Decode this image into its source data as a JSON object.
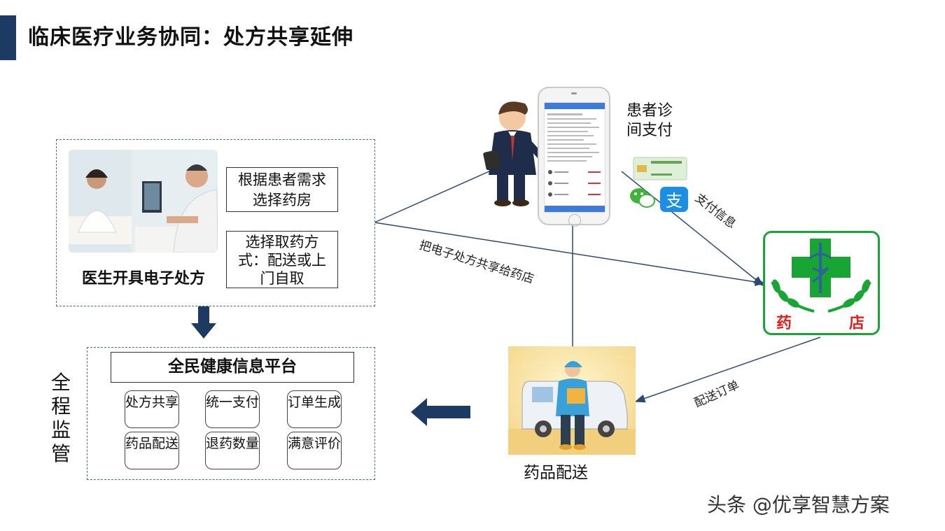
{
  "header": {
    "title": "临床医疗业务协同：处方共享延伸"
  },
  "doctor_panel": {
    "caption": "医生开具电子处方",
    "step1": "根据患者需求选择药房",
    "step2": "选择取药方式：配送或上门自取"
  },
  "platform": {
    "title": "全民健康信息平台",
    "items": [
      "处方共享",
      "统一支付",
      "订单生成",
      "药品配送",
      "退药数量",
      "满意评价"
    ]
  },
  "supervision_label": [
    "全",
    "程",
    "监",
    "管"
  ],
  "patient_payment_label": [
    "患者诊",
    "间支付"
  ],
  "edge_labels": {
    "share_to_pharmacy": "把电子处方共享给药店",
    "payment_info": "支付信息",
    "delivery_order": "配送订单"
  },
  "pharmacy_logo": {
    "left": "药",
    "right": "店"
  },
  "delivery_caption": "药品配送",
  "watermark": "头条 @优享智慧方案",
  "colors": {
    "accent_navy": "#1d3a63",
    "pharmacy_green": "#17a534",
    "arrow_line": "#2b4a72"
  }
}
